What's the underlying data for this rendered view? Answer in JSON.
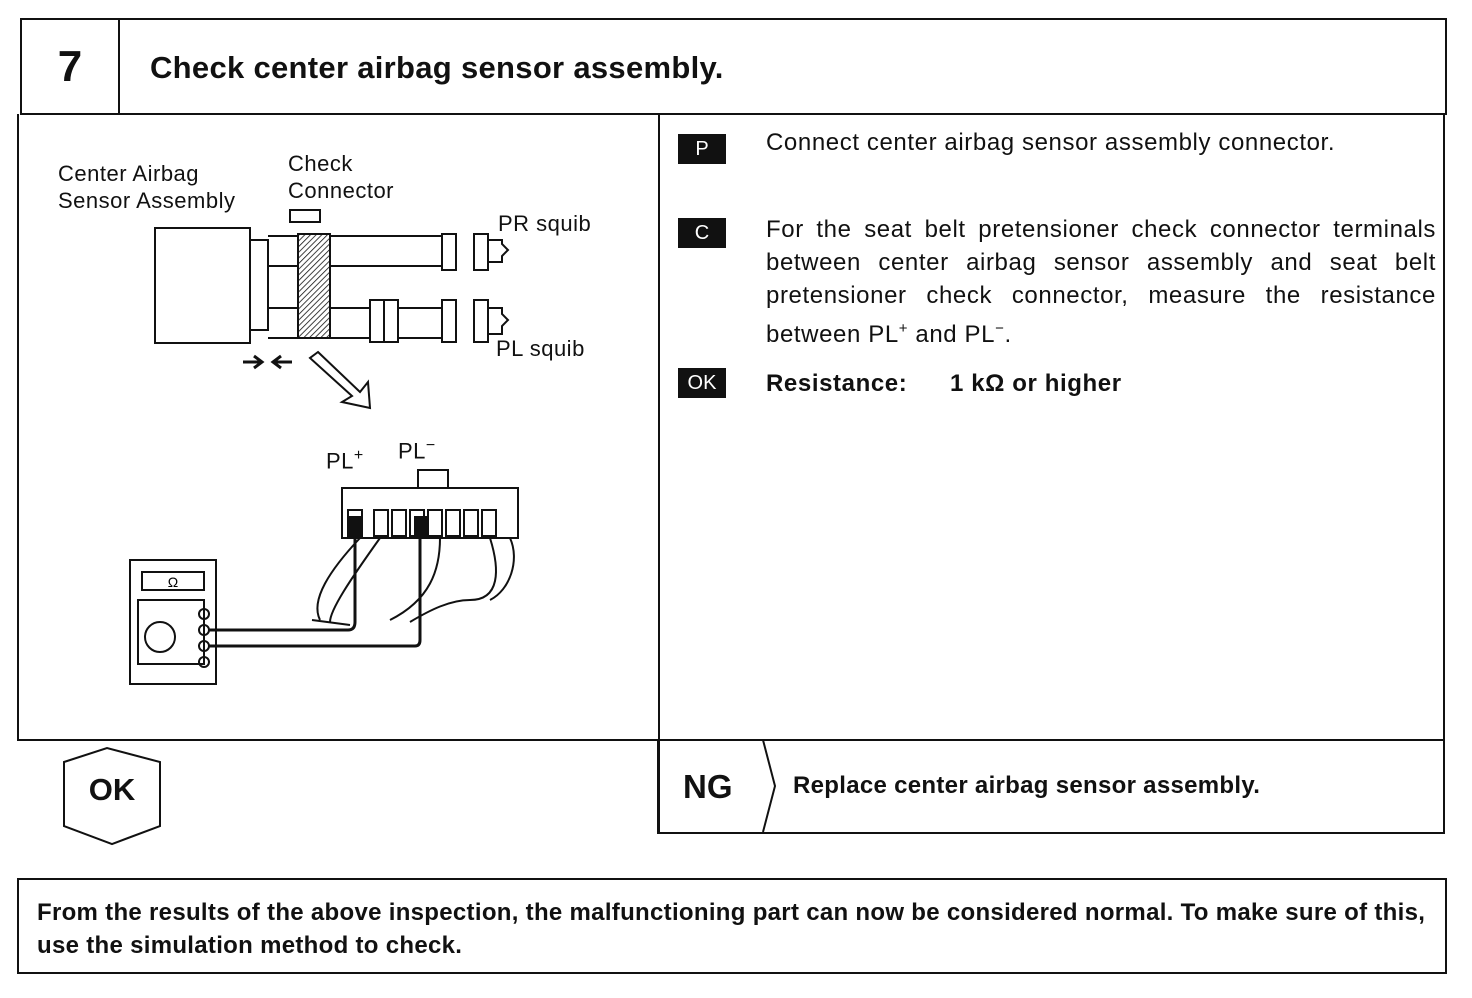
{
  "header": {
    "step_number": "7",
    "title": "Check center airbag sensor assembly."
  },
  "diagram": {
    "label_sensor_line1": "Center Airbag",
    "label_sensor_line2": "Sensor Assembly",
    "label_check_line1": "Check",
    "label_check_line2": "Connector",
    "label_pr_squib": "PR squib",
    "label_pl_squib": "PL squib",
    "label_pl_plus": "PL",
    "label_pl_plus_sup": "+",
    "label_pl_minus": "PL",
    "label_pl_minus_sup": "−",
    "meter_symbol": "Ω"
  },
  "instructions": {
    "p_badge": "P",
    "p_text": "Connect center airbag sensor assembly connector.",
    "c_badge": "C",
    "c_text_a": "For the seat belt pretensioner check connector terminals between center airbag sensor assembly and seat belt pretensioner check connector, measure the resistance between PL",
    "c_sup_plus": "+",
    "c_text_b": " and PL",
    "c_sup_minus": "−",
    "c_text_c": ".",
    "ok_badge": "OK",
    "ok_label": "Resistance:",
    "ok_value": "1 kΩ or higher"
  },
  "result": {
    "ok_label": "OK",
    "ng_label": "NG",
    "ng_text": "Replace center airbag sensor assembly."
  },
  "note": {
    "text": "From the results of the above inspection, the malfunctioning part can now be considered normal. To make sure of this, use the simulation method to check."
  }
}
